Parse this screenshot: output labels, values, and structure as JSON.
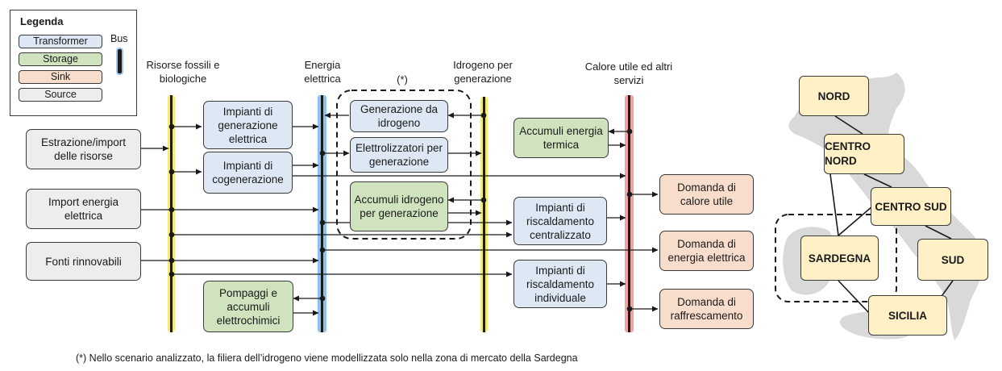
{
  "legend": {
    "title": "Legenda",
    "bus_label": "Bus",
    "items": {
      "transformer": "Transformer",
      "storage": "Storage",
      "sink": "Sink",
      "source": "Source"
    }
  },
  "bus_headers": {
    "risorse": "Risorse fossili e biologiche",
    "energia": "Energia elettrica",
    "idrogeno": "Idrogeno per generazione",
    "calore": "Calore utile ed altri servizi",
    "asterisk": "(*)"
  },
  "sources": {
    "estrazione": "Estrazione/import delle risorse",
    "import_energia": "Import energia elettrica",
    "fonti": "Fonti rinnovabili"
  },
  "transformers": {
    "impianti_gen": "Impianti di generazione elettrica",
    "impianti_cog": "Impianti di cogenerazione",
    "gen_idrogeno": "Generazione da idrogeno",
    "elettrolizzatori": "Elettrolizzatori per generazione",
    "risc_centralizzato": "Impianti di riscaldamento centralizzato",
    "risc_individuale": "Impianti di riscaldamento individuale"
  },
  "storages": {
    "accumuli_idrogeno": "Accumuli idrogeno per generazione",
    "accumuli_termica": "Accumuli energia termica",
    "pompaggi": "Pompaggi e accumuli elettrochimici"
  },
  "sinks": {
    "calore": "Domanda di calore utile",
    "energia": "Domanda di energia elettrica",
    "raffrescamento": "Domanda di raffrescamento"
  },
  "zones": {
    "nord": "NORD",
    "centro_nord": "CENTRO NORD",
    "centro_sud": "CENTRO SUD",
    "sardegna": "SARDEGNA",
    "sud": "SUD",
    "sicilia": "SICILIA"
  },
  "footnote": "(*) Nello scenario analizzato, la filiera dell’idrogeno viene modellizzata solo nella zona di mercato della Sardegna",
  "colors": {
    "transformer": "#dde8f4",
    "storage": "#cfe3bf",
    "sink": "#f9ddcc",
    "source": "#ededed",
    "bus_risorse_glow": "#f2ea7a",
    "bus_energia_glow": "#8ec0f0",
    "bus_idrogeno_glow": "#f2ea7a",
    "bus_calore_glow": "#f0a3a3",
    "zone_fill": "#fff0c6",
    "map_gray": "#d9d9d9"
  }
}
